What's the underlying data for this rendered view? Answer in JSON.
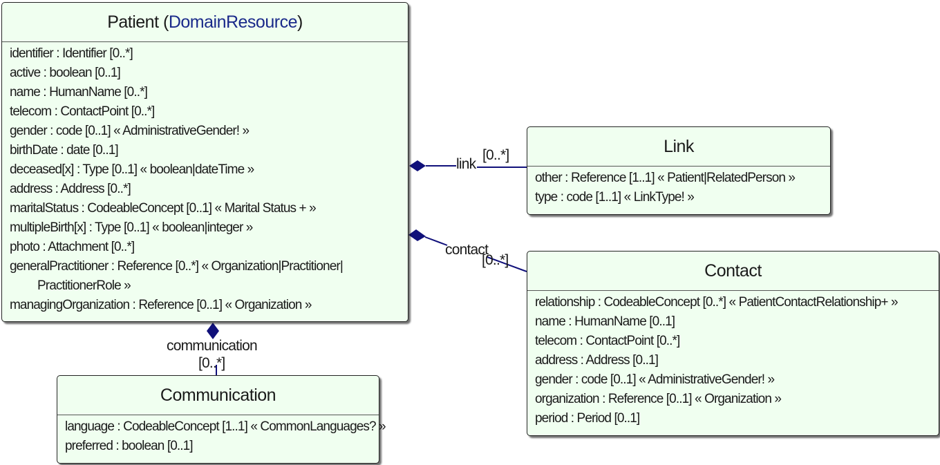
{
  "classes": {
    "patient": {
      "name": "Patient",
      "paren_open": " (",
      "parent": "DomainResource",
      "paren_close": ")",
      "attributes": [
        "identifier : Identifier [0..*]",
        "active : boolean [0..1]",
        "name : HumanName [0..*]",
        "telecom : ContactPoint [0..*]",
        "gender : code [0..1] « AdministrativeGender! »",
        "birthDate : date [0..1]",
        "deceased[x] : Type [0..1] « boolean|dateTime »",
        "address : Address [0..*]",
        "maritalStatus : CodeableConcept [0..1] « Marital Status + »",
        "multipleBirth[x] : Type [0..1] « boolean|integer »",
        "photo : Attachment [0..*]",
        "generalPractitioner : Reference [0..*] « Organization|Practitioner|",
        "PractitionerRole »",
        "managingOrganization : Reference [0..1] « Organization »"
      ]
    },
    "link": {
      "name": "Link",
      "attributes": [
        "other : Reference [1..1] « Patient|RelatedPerson »",
        "type : code [1..1] « LinkType! »"
      ]
    },
    "contact": {
      "name": "Contact",
      "attributes": [
        "relationship : CodeableConcept [0..*] « PatientContactRelationship+ »",
        "name : HumanName [0..1]",
        "telecom : ContactPoint [0..*]",
        "address : Address [0..1]",
        "gender : code [0..1] « AdministrativeGender! »",
        "organization : Reference [0..1] « Organization »",
        "period : Period [0..1]"
      ]
    },
    "communication": {
      "name": "Communication",
      "attributes": [
        "language : CodeableConcept [1..1] « CommonLanguages? »",
        "preferred : boolean [0..1]"
      ]
    }
  },
  "relationships": {
    "link": {
      "role": "link",
      "cardinality": "[0..*]"
    },
    "contact": {
      "role": "contact",
      "cardinality": "[0..*]"
    },
    "communication": {
      "role": "communication",
      "cardinality": "[0..*]"
    }
  },
  "colors": {
    "class_fill": "#f0fff0",
    "connector": "#10107a",
    "parent_link": "#1a2a8a"
  }
}
